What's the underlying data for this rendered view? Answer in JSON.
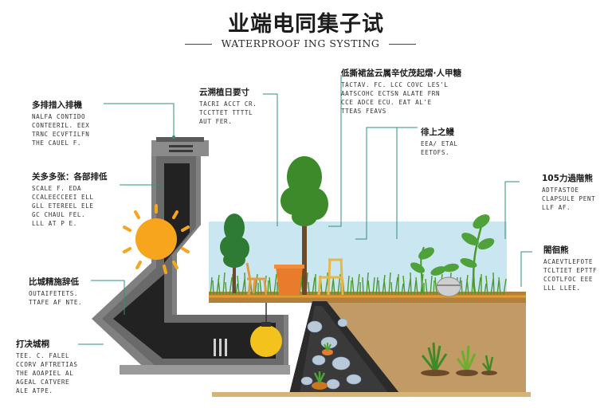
{
  "header": {
    "title": "业端电同集子试",
    "subtitle": "WATERPROOF ING SYSTING"
  },
  "callouts": [
    {
      "id": "c1",
      "title": "多排措入排機",
      "lines": [
        "NALFA CONTIDO",
        "CONTEERIL. EEX",
        "TRNC ECVFTILFN",
        "THE CAUEL F."
      ]
    },
    {
      "id": "c2",
      "title": "关多多张：各部排低",
      "lines": [
        "SCALE F. EDA",
        "CCALEECCEEI ELL",
        "GLL ETEREEL ELE",
        "GC CHAUL FEL.",
        "LLL AT P E."
      ]
    },
    {
      "id": "c3",
      "title": "比城精施辞低",
      "lines": [
        "OUTAIFETETS.",
        "TTAFE AF NTE."
      ]
    },
    {
      "id": "c4",
      "title": "打决城桐",
      "lines": [
        "TEE. C. FALEL",
        "CCORV AFTRETIAS",
        "THE AOAPIEL AL",
        "AGEAL CATVERE",
        "ALE ATPE."
      ]
    },
    {
      "id": "c5",
      "title": "云溯植日要寸",
      "lines": [
        "TACRI ACCT CR.",
        "TCCTTET TTTTL",
        "AUT FER."
      ]
    },
    {
      "id": "c6",
      "title": "低撕裙盆云属辛仗茂起熠·人甲糖",
      "lines": [
        "TACTAV. FC. LCC COVC LES'L",
        "AATSCOHC ECTSN ALATE FRN",
        "CCE ADCE ECU. EAT AL'E",
        "TTEAS FEAVS"
      ]
    },
    {
      "id": "c7",
      "title": "徘上之鳗",
      "lines": [
        "EEA/ ETAL",
        "EETOFS."
      ]
    },
    {
      "id": "c8",
      "title": "105力過階熊",
      "lines": [
        "ADTFASTOE",
        "CLAPSULE PENT",
        "LLF AF."
      ]
    },
    {
      "id": "c9",
      "title": "閤徊熊",
      "lines": [
        "ACAEVTLEFOTE",
        "TCLTIET EPTTF",
        "CCOTLFOC EEE",
        "LLL LLEE."
      ]
    }
  ],
  "colors": {
    "sky": "#c9e6f1",
    "soil": "#c19a66",
    "soil_dark": "#9c7743",
    "pipe_outer": "#6e6e6e",
    "pipe_inner": "#262626",
    "pipe_concrete": "#8a8a8a",
    "sun": "#f6a51c",
    "grass": "#4b9a2c",
    "leader": "#2f8f7c",
    "chair": "#e49a3e",
    "planter": "#e87c2c",
    "bulb": "#f3c21d",
    "gravel": "#a9bfd4"
  },
  "icons": [
    "sun-icon",
    "bulb-icon",
    "tree-icon",
    "bush-icon",
    "chair-icon",
    "planter-icon",
    "drain-cap-icon",
    "plant-icon"
  ]
}
